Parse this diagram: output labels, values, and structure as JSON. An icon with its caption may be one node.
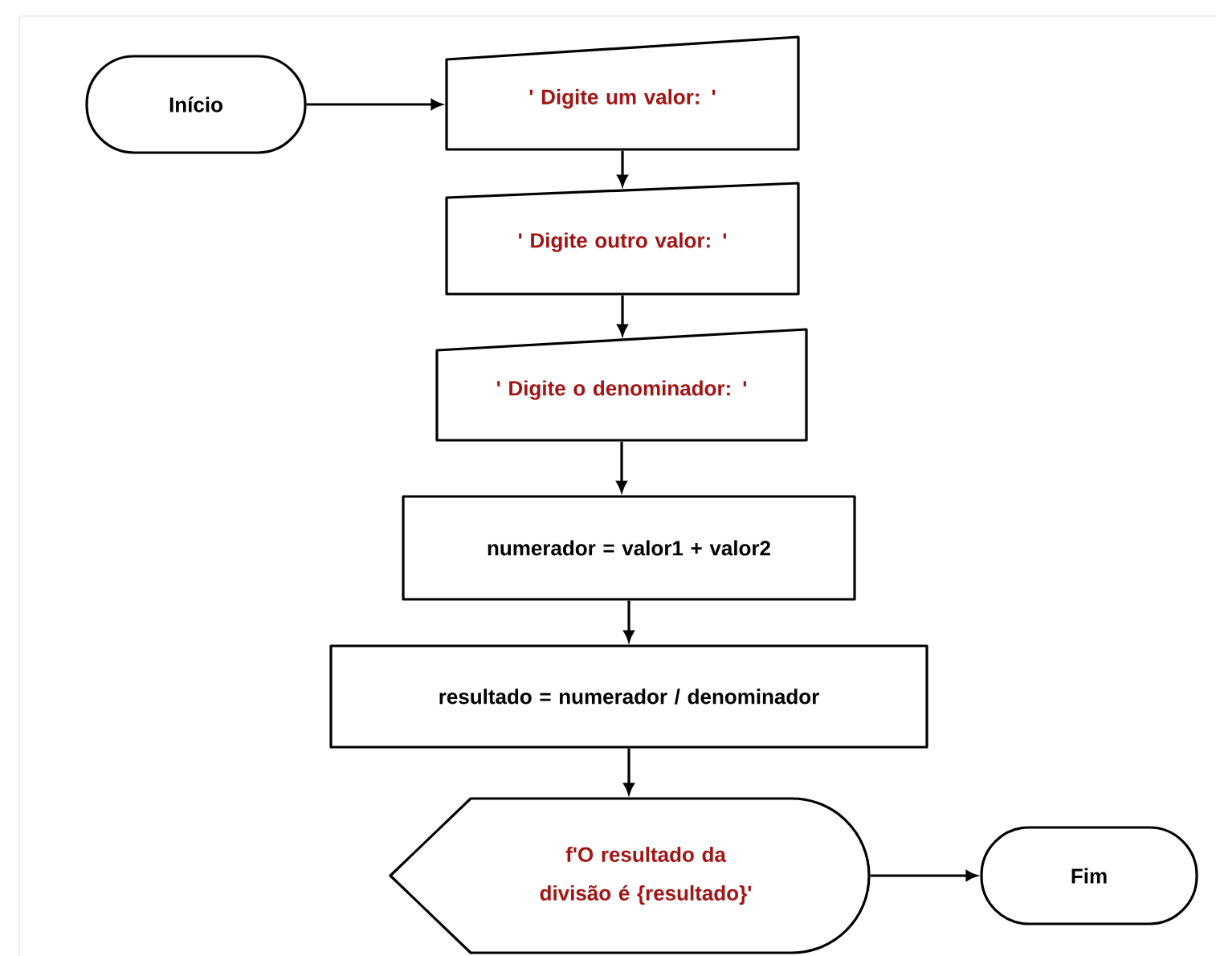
{
  "diagram": {
    "nodes": [
      {
        "text": [
          "Início"
        ]
      },
      {
        "text": [
          "' Digite um valor: '"
        ]
      },
      {
        "text": [
          "' Digite outro valor: '"
        ]
      },
      {
        "text": [
          "' Digite o denominador: '"
        ]
      },
      {
        "text": [
          "numerador = valor1 + valor2"
        ]
      },
      {
        "text": [
          "resultado = numerador / denominador"
        ]
      },
      {
        "text": [
          "f'O resultado da divisão é {resultado}'"
        ]
      },
      {
        "text": [
          "Fim"
        ]
      }
    ],
    "edges": [
      {
        "from": 0,
        "to": 1,
        "arrow": "to"
      },
      {
        "from": 1,
        "to": 2,
        "arrow": "to"
      },
      {
        "from": 2,
        "to": 3,
        "arrow": "to"
      },
      {
        "from": 3,
        "to": 4,
        "arrow": "to"
      },
      {
        "from": 4,
        "to": 5,
        "arrow": "to"
      },
      {
        "from": 5,
        "to": 6,
        "arrow": "to"
      },
      {
        "from": 6,
        "to": 7,
        "arrow": "to"
      }
    ]
  }
}
